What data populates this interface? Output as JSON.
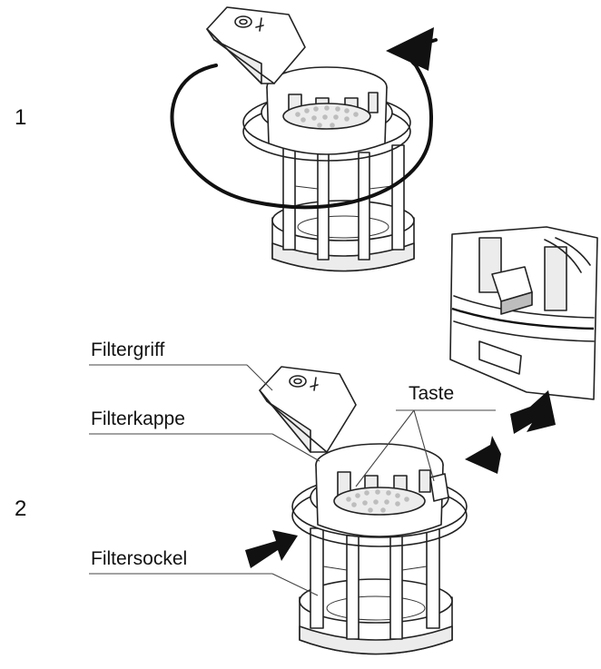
{
  "steps": [
    {
      "number": "1"
    },
    {
      "number": "2"
    }
  ],
  "labels": {
    "filter_handle": "Filtergriff",
    "filter_cap": "Filterkappe",
    "button": "Taste",
    "filter_base": "Filtersockel"
  },
  "icons": {
    "rotation": "rotate-counterclockwise-arrow-icon",
    "press": "press-arrow-icon"
  },
  "colors": {
    "line": "#222222",
    "arrow_fill": "#111111",
    "background": "#ffffff"
  }
}
